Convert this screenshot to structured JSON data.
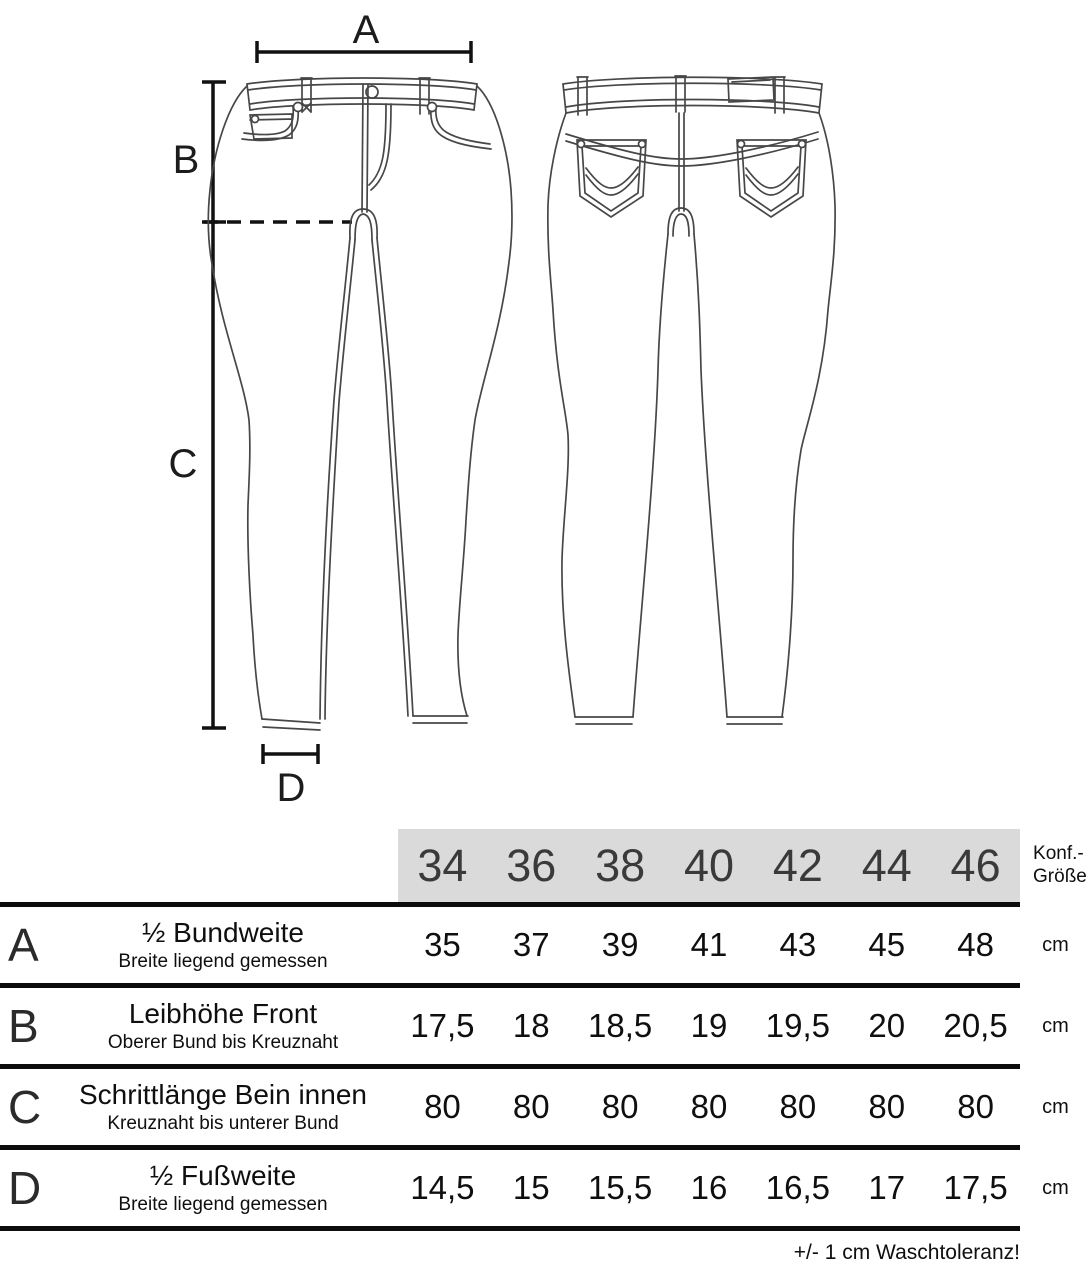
{
  "diagram": {
    "dimension_labels": {
      "a": "A",
      "b": "B",
      "c": "C",
      "d": "D"
    }
  },
  "table": {
    "size_header_label": "Konf.-Größe",
    "sizes": [
      "34",
      "36",
      "38",
      "40",
      "42",
      "44",
      "46"
    ],
    "rows": [
      {
        "letter": "A",
        "title": "½ Bundweite",
        "subtitle": "Breite liegend gemessen",
        "values": [
          "35",
          "37",
          "39",
          "41",
          "43",
          "45",
          "48"
        ],
        "unit": "cm"
      },
      {
        "letter": "B",
        "title": "Leibhöhe Front",
        "subtitle": "Oberer Bund bis Kreuznaht",
        "values": [
          "17,5",
          "18",
          "18,5",
          "19",
          "19,5",
          "20",
          "20,5"
        ],
        "unit": "cm"
      },
      {
        "letter": "C",
        "title": "Schrittlänge Bein innen",
        "subtitle": "Kreuznaht bis unterer Bund",
        "values": [
          "80",
          "80",
          "80",
          "80",
          "80",
          "80",
          "80"
        ],
        "unit": "cm"
      },
      {
        "letter": "D",
        "title": "½ Fußweite",
        "subtitle": "Breite liegend gemessen",
        "values": [
          "14,5",
          "15",
          "15,5",
          "16",
          "16,5",
          "17",
          "17,5"
        ],
        "unit": "cm"
      }
    ],
    "footnote": "+/- 1 cm Waschtoleranz!"
  },
  "colors": {
    "header_bg": "#dadada",
    "table_line": "#0c0c0c",
    "sketch_line": "#474747",
    "dimension_line": "#111111"
  }
}
